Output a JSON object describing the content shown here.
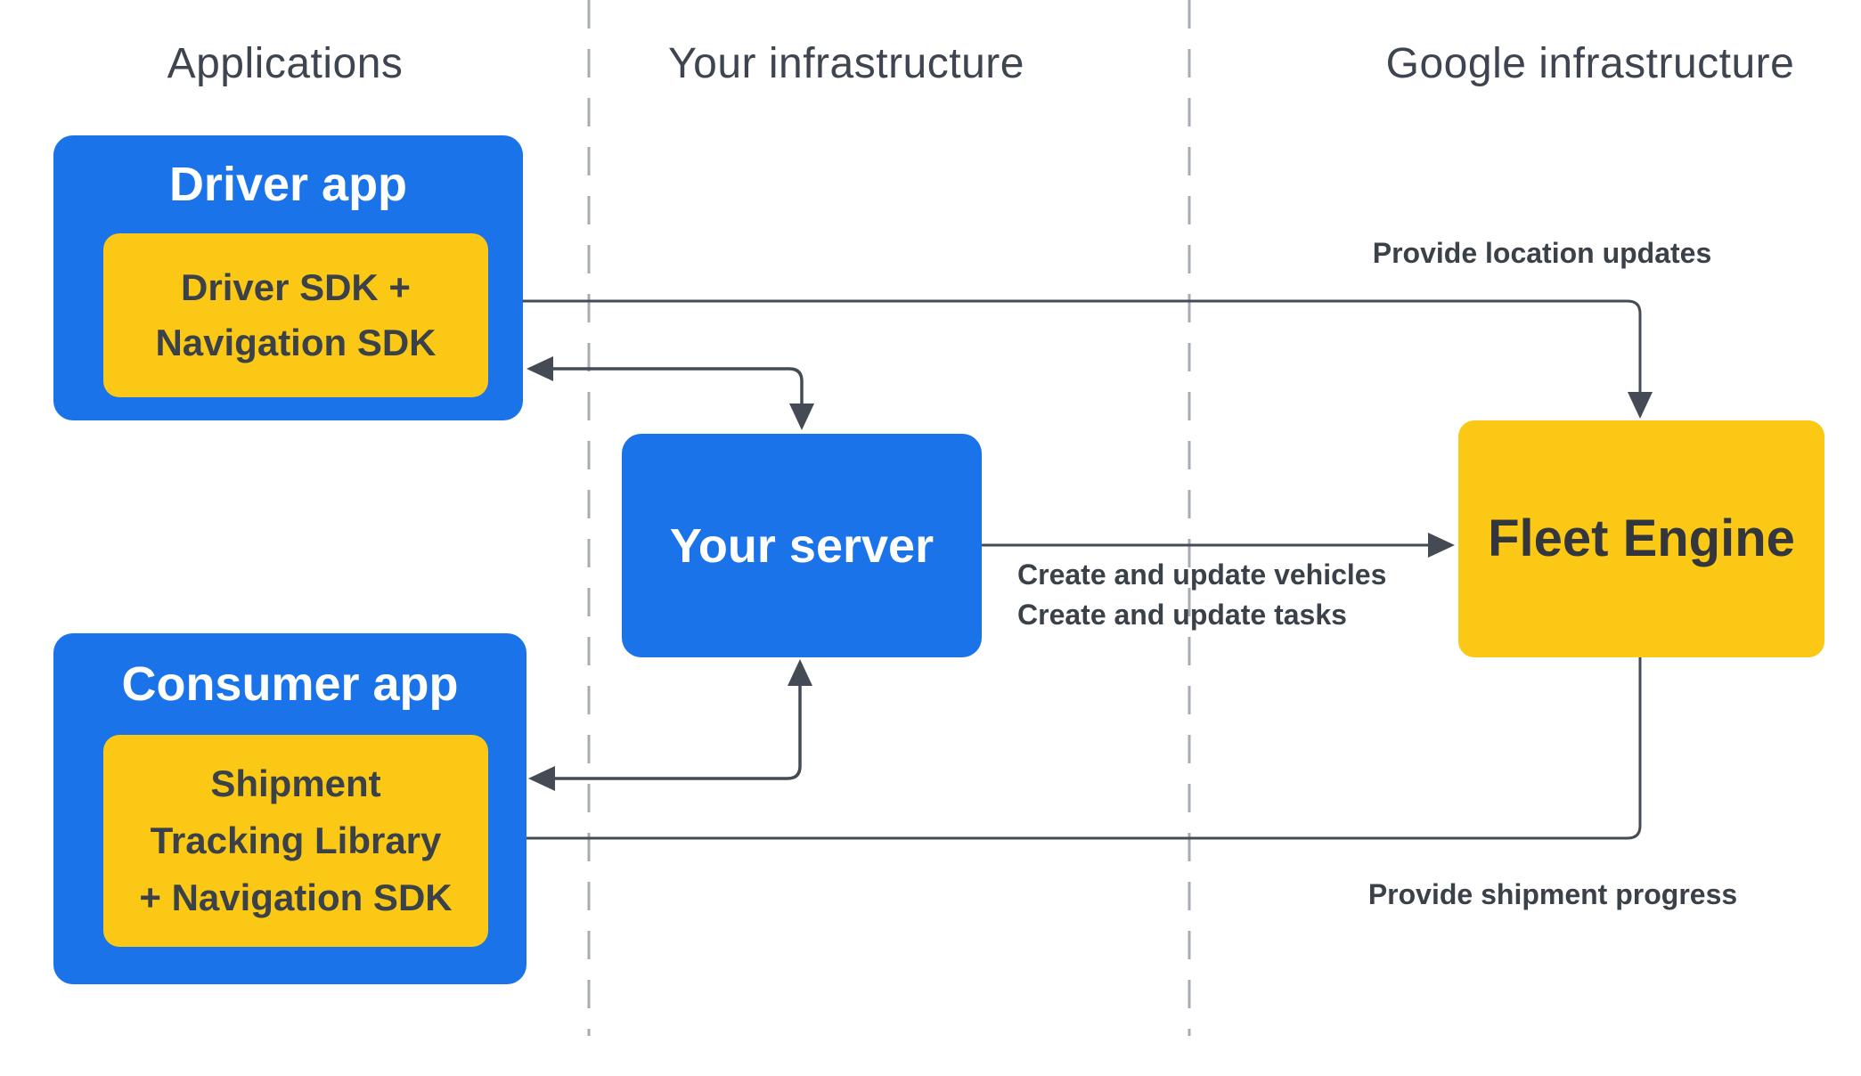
{
  "columns": [
    {
      "label": "Applications"
    },
    {
      "label": "Your infrastructure"
    },
    {
      "label": "Google infrastructure"
    }
  ],
  "nodes": {
    "driver_app": {
      "title": "Driver app",
      "sdk": "Driver SDK +\nNavigation SDK"
    },
    "your_server": {
      "title": "Your server"
    },
    "fleet_engine": {
      "title": "Fleet Engine"
    },
    "consumer_app": {
      "title": "Consumer app",
      "sdk": "Shipment\nTracking Library\n+ Navigation SDK"
    }
  },
  "edge_labels": {
    "location_updates": "Provide location updates",
    "create_update": "Create and update vehicles\nCreate and update tasks",
    "shipment_progress": "Provide shipment progress"
  },
  "colors": {
    "box_blue": "#1A73E8",
    "box_yellow": "#FBC815",
    "wire": "#454B54",
    "label_text": "#3B4148",
    "header_text": "#3E4551",
    "divider_gray": "#A7ACB3",
    "background": "#FFFFFF"
  }
}
